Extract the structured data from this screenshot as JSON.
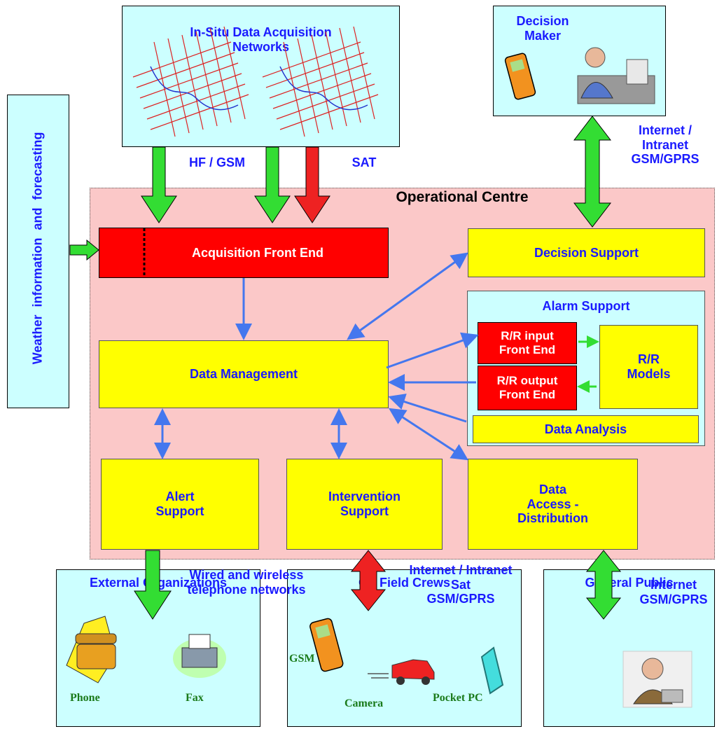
{
  "boxes": {
    "insitu": "In-Situ Data Acquisition\nNetworks",
    "decision_maker": "Decision\nMaker",
    "weather": "Weather information and forecasting",
    "operational_centre": "Operational Centre",
    "acquisition_front_end": "Acquisition  Front End",
    "decision_support": "Decision Support",
    "alarm_support": "Alarm  Support",
    "rr_input": "R/R input\nFront End",
    "rr_output": "R/R output\nFront End",
    "rr_models": "R/R\nModels",
    "data_analysis": "Data Analysis",
    "data_management": "Data  Management",
    "alert_support": "Alert\nSupport",
    "intervention_support": "Intervention\nSupport",
    "data_access": "Data\nAccess -\nDistribution",
    "external_orgs": "External Organizations",
    "field_crews": "On Field Crews",
    "general_public": "General Public"
  },
  "links": {
    "hf_gsm": "HF / GSM",
    "sat": "SAT",
    "decision_link": "Internet /\nIntranet\nGSM/GPRS",
    "wired": "Wired and wireless\ntelephone networks",
    "crew_link": "Internet / Intranet\nSat\nGSM/GPRS",
    "public_link": "Internet\nGSM/GPRS"
  },
  "devices": {
    "phone": "Phone",
    "fax": "Fax",
    "gsm": "GSM",
    "camera": "Camera",
    "pocket_pc": "Pocket  PC"
  },
  "colors": {
    "cyan": "#ccffff",
    "yellow": "#ffff00",
    "red": "#ff0000",
    "pink": "#fbc8c8",
    "green_arrow": "#33dd33",
    "blue_arrow": "#4477ee",
    "text_blue": "#1a1aff"
  }
}
